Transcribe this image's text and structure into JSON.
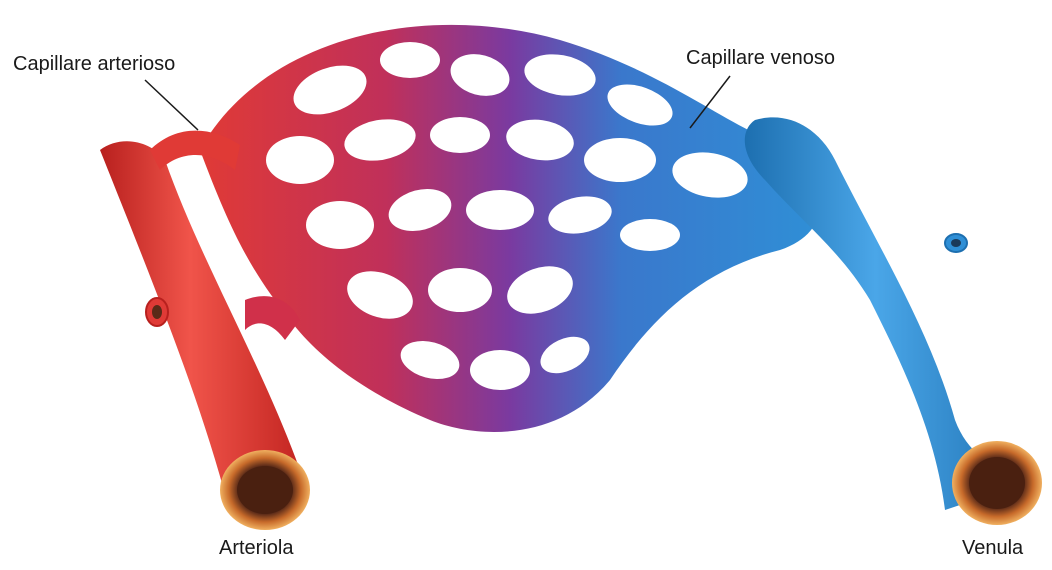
{
  "labels": {
    "capillare_arterioso": "Capillare arterioso",
    "capillare_venoso": "Capillare venoso",
    "arteriola": "Arteriola",
    "venula": "Venula"
  },
  "colors": {
    "arterial": "#e03a36",
    "arterial_dark": "#b8201e",
    "venous": "#2f8fd6",
    "venous_dark": "#1d6fb0",
    "mid": "#7a3aa0",
    "vessel_wall": "#e9a04a",
    "lumen": "#5a2a18"
  }
}
